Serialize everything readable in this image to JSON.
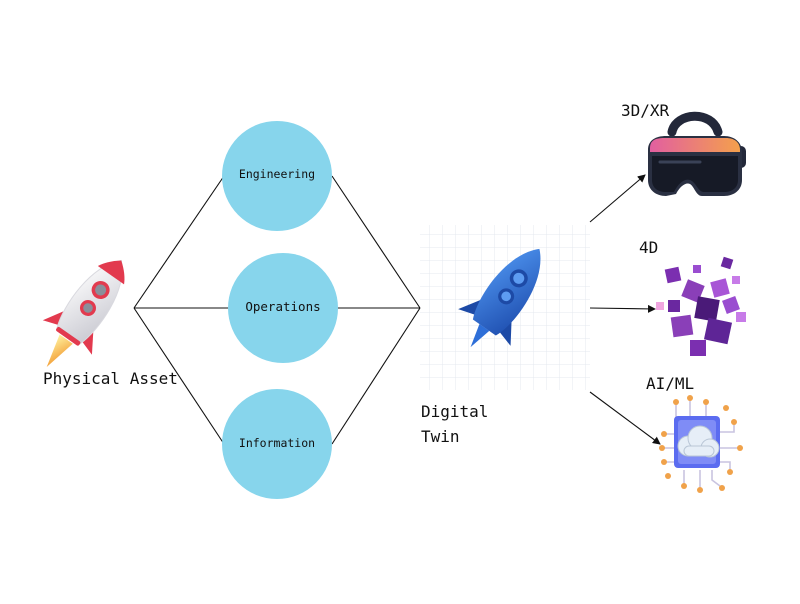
{
  "diagram": {
    "source": {
      "label": "Physical Asset",
      "icon": "white-rocket-icon"
    },
    "aspects": [
      {
        "label": "Engineering"
      },
      {
        "label": "Operations"
      },
      {
        "label": "Information"
      }
    ],
    "twin": {
      "line1": "Digital",
      "line2": "Twin",
      "icon": "blue-rocket-icon"
    },
    "outputs": [
      {
        "label": "3D/XR",
        "icon": "vr-headset-icon"
      },
      {
        "label": "4D",
        "icon": "cubes-icon"
      },
      {
        "label": "AI/ML",
        "icon": "ai-chip-cloud-icon"
      }
    ]
  },
  "colors": {
    "circle_fill": "#87d5ec",
    "line": "#111111",
    "blue_rocket": "#2a6fd6",
    "red_accent": "#e23a4e",
    "headset_pink": "#d8509a",
    "cube_purple": "#8a3fb8",
    "chip_blue": "#5b6cf0"
  }
}
